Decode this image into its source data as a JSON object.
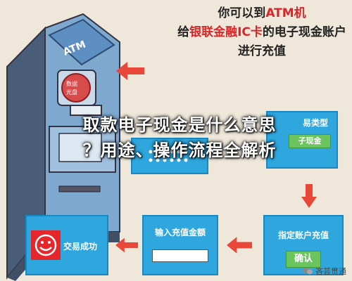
{
  "intro": {
    "line1_prefix": "你可以到",
    "line1_highlight": "ATM机",
    "line2_prefix": "给",
    "line2_highlight": "银联金融IC卡",
    "line2_suffix": "的电子现金账户",
    "line3": "进行充值"
  },
  "atm": {
    "screen_label": "ATM",
    "card_text_line1": "数据",
    "card_text_line2": "光盘"
  },
  "headline": {
    "line1": "取款电子现金是什么意思",
    "line2": "？用途、操作流程全解析"
  },
  "flow": {
    "step_type": {
      "title": "易类型",
      "button": "子现金"
    },
    "step_account": {
      "title": "指定账户充值",
      "button": "确认"
    },
    "step_amount": {
      "title": "输入充值金额"
    },
    "step_success": {
      "title": "交易成功"
    }
  },
  "watermark": {
    "text": "吝芸贯通"
  },
  "colors": {
    "box_blue": "#2fa6dd",
    "arrow_red": "#e8473a",
    "highlight_red": "#d8262a",
    "button_green": "#6ac55f",
    "smiley_red": "#e6262a"
  }
}
